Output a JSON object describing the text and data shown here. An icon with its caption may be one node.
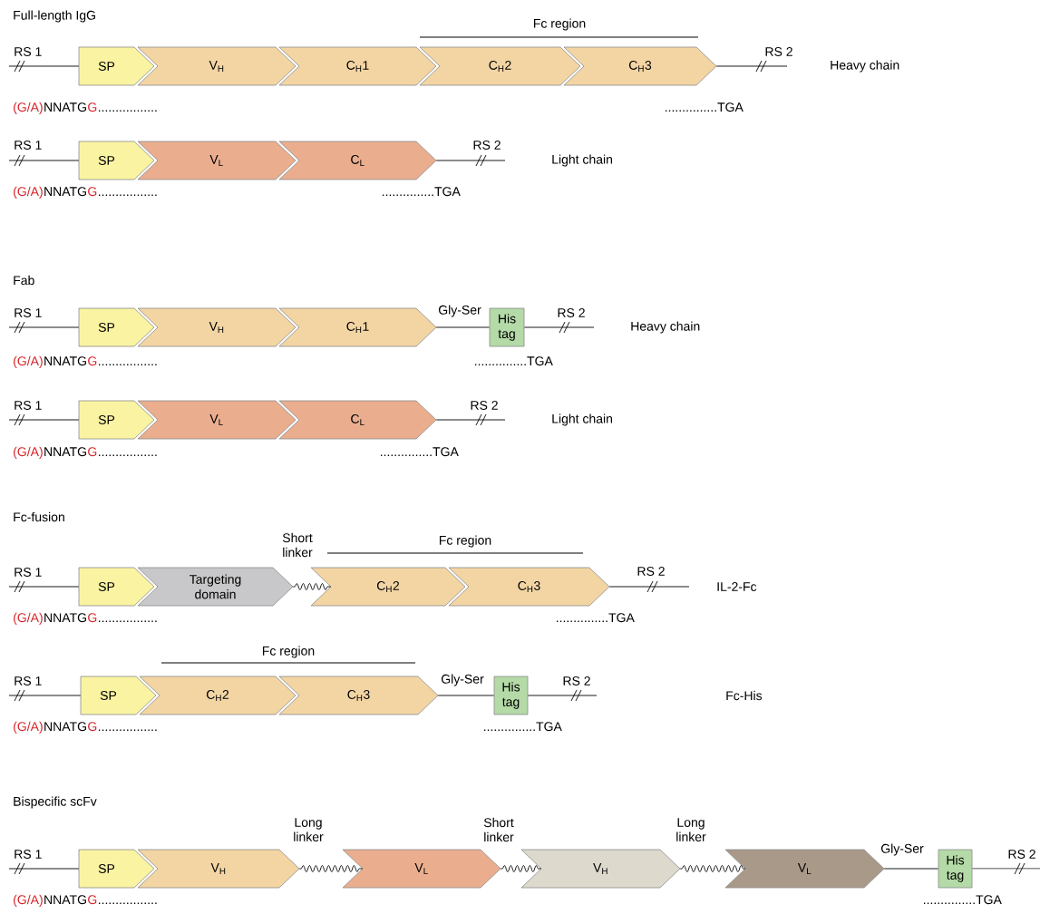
{
  "diagram": {
    "nodes": [
      {
        "text": [
          "SP"
        ]
      },
      {
        "text": [
          "V$_{H}$"
        ]
      },
      {
        "text": [
          "C$_{H}$1"
        ]
      },
      {
        "text": [
          "C$_{H}$2"
        ]
      },
      {
        "text": [
          "C$_{H}$3"
        ]
      },
      {
        "text": [
          "SP"
        ]
      },
      {
        "text": [
          "V$_{L}$"
        ]
      },
      {
        "text": [
          "C$_{L}$"
        ]
      },
      {
        "text": [
          "SP"
        ]
      },
      {
        "text": [
          "V$_{H}$"
        ]
      },
      {
        "text": [
          "C$_{H}$1"
        ]
      },
      {
        "text": [
          "His tag"
        ]
      },
      {
        "text": [
          "SP"
        ]
      },
      {
        "text": [
          "V$_{L}$"
        ]
      },
      {
        "text": [
          "C$_{L}$"
        ]
      },
      {
        "text": [
          "SP"
        ]
      },
      {
        "text": [
          "Targeting domain"
        ]
      },
      {
        "text": [
          "C$_{H}$2"
        ]
      },
      {
        "text": [
          "C$_{H}$3"
        ]
      },
      {
        "text": [
          "SP"
        ]
      },
      {
        "text": [
          "C$_{H}$2"
        ]
      },
      {
        "text": [
          "C$_{H}$3"
        ]
      },
      {
        "text": [
          "His tag"
        ]
      },
      {
        "text": [
          "SP"
        ]
      },
      {
        "text": [
          "V$_{H}$"
        ]
      },
      {
        "text": [
          "V$_{L}$"
        ]
      },
      {
        "text": [
          "V$_{H}$"
        ]
      },
      {
        "text": [
          "V$_{L}$"
        ]
      },
      {
        "text": [
          "His tag"
        ]
      }
    ],
    "edges": [
      {
        "from": null,
        "to": 0,
        "arrow": "none",
        "label": "RS 1"
      },
      {
        "from": 4,
        "to": null,
        "arrow": "none",
        "label": "RS 2"
      },
      {
        "from": null,
        "to": 5,
        "arrow": "none",
        "label": "RS 1"
      },
      {
        "from": 7,
        "to": null,
        "arrow": "none",
        "label": "RS 2"
      },
      {
        "from": null,
        "to": 8,
        "arrow": "none",
        "label": "RS 1"
      },
      {
        "from": 10,
        "to": 11,
        "arrow": "none",
        "label": "Gly-Ser"
      },
      {
        "from": 11,
        "to": null,
        "arrow": "none",
        "label": "RS 2"
      },
      {
        "from": null,
        "to": 12,
        "arrow": "none",
        "label": "RS 1"
      },
      {
        "from": 14,
        "to": null,
        "arrow": "none",
        "label": "RS 2"
      },
      {
        "from": null,
        "to": 15,
        "arrow": "none",
        "label": "RS 1"
      },
      {
        "from": 16,
        "to": 17,
        "arrow": "none",
        "label": "Short linker"
      },
      {
        "from": 18,
        "to": null,
        "arrow": "none",
        "label": "RS 2"
      },
      {
        "from": null,
        "to": 19,
        "arrow": "none",
        "label": "RS 1"
      },
      {
        "from": 21,
        "to": 22,
        "arrow": "none",
        "label": "Gly-Ser"
      },
      {
        "from": 22,
        "to": null,
        "arrow": "none",
        "label": "RS 2"
      },
      {
        "from": null,
        "to": 23,
        "arrow": "none",
        "label": "RS 1"
      },
      {
        "from": 24,
        "to": 25,
        "arrow": "none",
        "label": "Long linker"
      },
      {
        "from": 25,
        "to": 26,
        "arrow": "none",
        "label": "Short linker"
      },
      {
        "from": 26,
        "to": 27,
        "arrow": "none",
        "label": "Long linker"
      },
      {
        "from": 27,
        "to": 28,
        "arrow": "none",
        "label": "Gly-Ser"
      },
      {
        "from": 28,
        "to": null,
        "arrow": "none",
        "label": "RS 2"
      }
    ],
    "labels": [
      "Full-length IgG",
      "Fc region",
      "Heavy chain",
      "(G/A)",
      "NNATG",
      "G",
      ".................",
      "...............TGA",
      "Light chain",
      "(G/A)",
      "NNATG",
      "G",
      ".................",
      "...............TGA",
      "Fab",
      "Heavy chain",
      "(G/A)",
      "NNATG",
      "G",
      ".................",
      "...............TGA",
      "Light chain",
      "(G/A)",
      "NNATG",
      "G",
      ".................",
      "...............TGA",
      "Fc-fusion",
      "Fc region",
      "IL-2-Fc",
      "(G/A)",
      "NNATG",
      "G",
      ".................",
      "...............TGA",
      "Fc region",
      "Fc-His",
      "(G/A)",
      "NNATG",
      "G",
      ".................",
      "...............TGA",
      "Bispecific scFv",
      "(G/A)",
      "NNATG",
      "G",
      ".................",
      "...............TGA"
    ]
  }
}
